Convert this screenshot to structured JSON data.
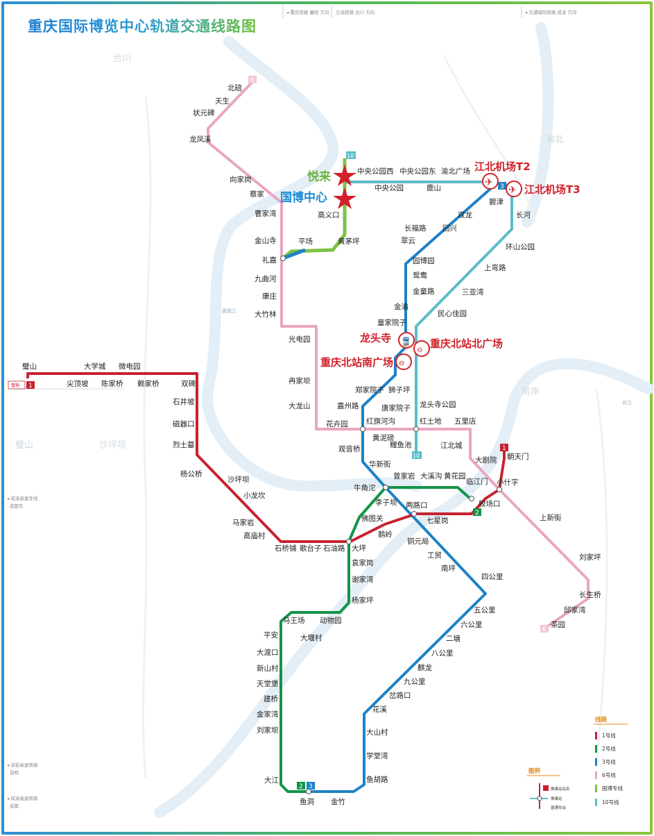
{
  "title": "重庆国际博览中心轨道交通线路图",
  "colors": {
    "line1": "#c8222f",
    "line2": "#139447",
    "line3": "#1f82c6",
    "line6": "#e9a6c1",
    "line10": "#5bbcc9",
    "expo": "#7cc242",
    "river": "#dbeaf4",
    "highlight": "#d1202a"
  },
  "districts": [
    "合川",
    "渝北",
    "璧山",
    "沙坪坝",
    "南岸",
    "嘉陵江",
    "长江"
  ],
  "landmarks": {
    "yuelai": "悦来",
    "expo_center": "国博中心",
    "airport_t2": "江北机场T2",
    "airport_t3": "江北机场T3",
    "longtousi": "龙头寺",
    "north_square": "重庆北站北广场",
    "south_square": "重庆北站南广场"
  },
  "line_badges": [
    "1",
    "2",
    "3",
    "6",
    "10"
  ],
  "top_notes": [
    {
      "a": "重庆铁路",
      "b": "襄阳",
      "c": "方向"
    },
    {
      "a": "兰渝铁路",
      "b": "合川",
      "c": "方向"
    },
    {
      "a": "交通城际铁路",
      "b": "成渝",
      "c": "方向"
    }
  ],
  "left_notes": [
    {
      "a": "成渝高速专线",
      "b": "成都东",
      "c": "方向"
    },
    {
      "a": "渝昆高速铁路",
      "b": "昆明",
      "c": "方向"
    },
    {
      "a": "成渝高速铁路",
      "b": "成都",
      "c": "方向"
    }
  ],
  "terminal_note": "璧铜",
  "stations": {
    "line1": [
      "璧山",
      "尖顶坡",
      "大学城",
      "陈家桥",
      "微电园",
      "赖家桥",
      "双碑",
      "石井坡",
      "磁器口",
      "烈士墓",
      "杨公桥",
      "沙坪坝",
      "小龙坎",
      "马家岩",
      "高庙村",
      "石桥铺",
      "歌台子",
      "石油路",
      "大坪",
      "鹅岭",
      "七星岗",
      "较场口",
      "小什字",
      "朝天门"
    ],
    "line2": [
      "平安",
      "大渡口",
      "新山村",
      "天堂堡",
      "建桥",
      "金家湾",
      "刘家坝",
      "大江",
      "鱼洞",
      "马王场",
      "动物园",
      "大堰村",
      "杨家坪",
      "谢家湾",
      "袁家岗",
      "大坪",
      "李子坝",
      "佛图关",
      "牛角沱",
      "曾家岩",
      "大溪沟",
      "黄花园",
      "临江门",
      "较场口"
    ],
    "line3": [
      "金竹",
      "鱼胡路",
      "学堂湾",
      "大山村",
      "花溪",
      "岔路口",
      "九公里",
      "麒龙",
      "八公里",
      "二塘",
      "六公里",
      "五公里",
      "四公里",
      "南坪",
      "工贸",
      "铜元局",
      "两路口",
      "牛角沱",
      "华新街",
      "观音桥",
      "红旗河沟",
      "嘉州路",
      "郑家院子",
      "狮子坪",
      "重庆北站南广场",
      "龙头寺",
      "童家院子",
      "金渝",
      "金童路",
      "鸳鸯",
      "园博园",
      "翠云",
      "长福路",
      "回兴",
      "双龙",
      "碧津"
    ],
    "line6": [
      "北碚",
      "天生",
      "状元碑",
      "龙凤溪",
      "向家岗",
      "蔡家",
      "曹家湾",
      "金山寺",
      "礼嘉",
      "九曲河",
      "康庄",
      "大竹林",
      "光电园",
      "冉家坝",
      "大龙山",
      "花卉园",
      "黄泥磅",
      "红土地",
      "五里店",
      "江北城",
      "大剧院",
      "小什字",
      "上新街",
      "刘家坪",
      "长生桥",
      "邱家湾",
      "茶园"
    ],
    "line10": [
      "悦来",
      "中央公园西",
      "中央公园",
      "中央公园东",
      "鹿山",
      "渝北广场",
      "江北机场T2",
      "江北机场T3",
      "长河",
      "环山公园",
      "上弯路",
      "三亚湾",
      "民心佳园",
      "重庆北站北广场",
      "唐家院子",
      "龙头寺公园",
      "红土地",
      "鲤鱼池"
    ],
    "expo": [
      "悦来",
      "国博中心",
      "高义口",
      "黄茅坪",
      "平场",
      "礼嘉"
    ]
  },
  "legend": {
    "title_lines": "线路",
    "title_example": "图例",
    "lines": [
      "1号线",
      "2号线",
      "3号线",
      "6号线",
      "国博专线",
      "10号线"
    ],
    "example_labels": [
      "换乘站站名",
      "换乘站",
      "普通车站"
    ]
  }
}
